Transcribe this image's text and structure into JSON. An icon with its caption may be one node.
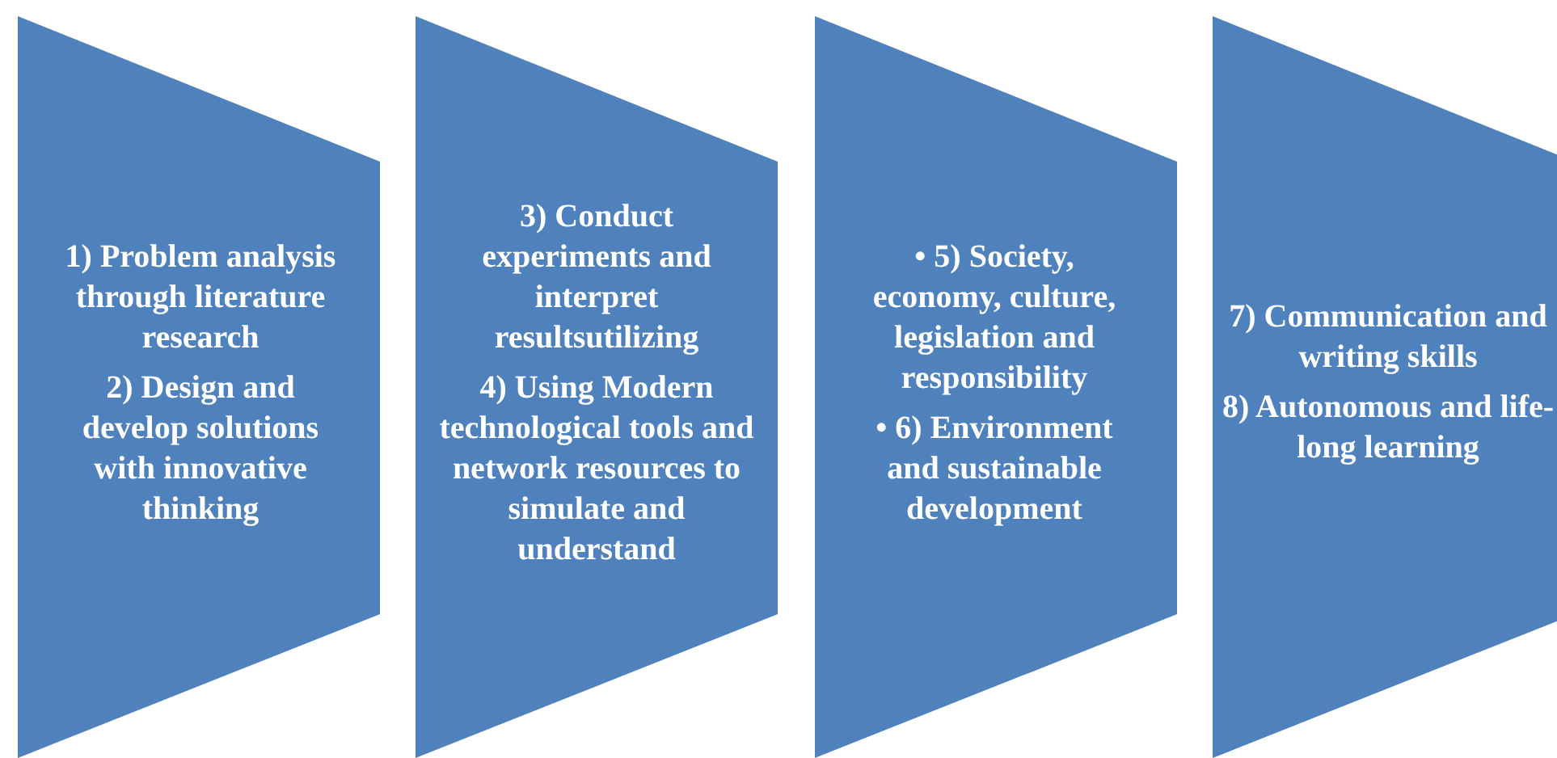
{
  "diagram": {
    "nodes": [
      {
        "text": [
          "1) Problem analysis through literature research",
          "2) Design and develop solutions with innovative thinking"
        ]
      },
      {
        "text": [
          "3) Conduct experiments and interpret resultsutilizing",
          "4) Using Modern technological tools and network resources to simulate and understand"
        ]
      },
      {
        "text": [
          "• 5) Society, economy, culture, legislation and responsibility",
          "• 6) Environment and sustainable development"
        ]
      },
      {
        "text": [
          "7) Communication and writing skills",
          "8) Autonomous and life-long learning"
        ]
      }
    ]
  }
}
